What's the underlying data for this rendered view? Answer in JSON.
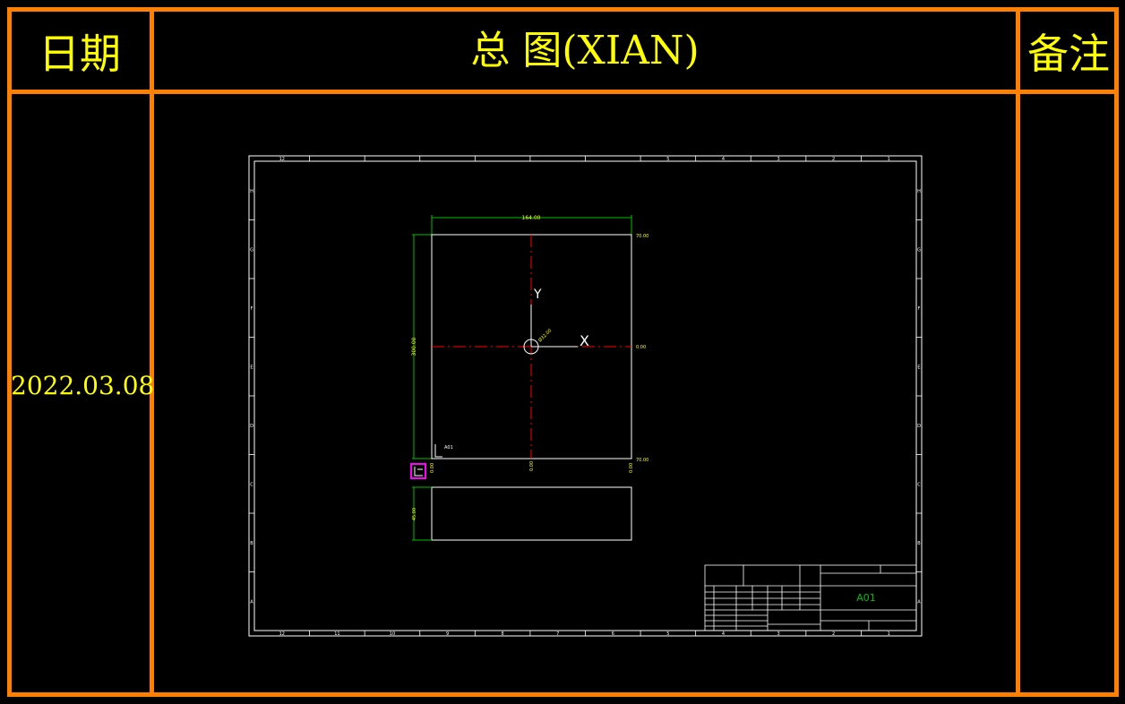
{
  "header": {
    "date_col": "日期",
    "title": "总 图(XIAN)",
    "remarks_col": "备注"
  },
  "row": {
    "date": "2022.03.08"
  },
  "drawing": {
    "dim_width": "164.00",
    "dim_height": "300.00",
    "dim_lower_height": "45.00",
    "corner_top_right": "70.00",
    "mid_right": "0.00",
    "corner_bottom_right": "70.00",
    "bottom_left": "0.00",
    "bottom_mid": "0.00",
    "bottom_right": "0.00",
    "center_label": "Ø32.00",
    "axis_y": "Y",
    "axis_x": "X",
    "part_label": "A01",
    "title_block_code": "A01",
    "border_top_numbers": [
      "12",
      "5",
      "4",
      "3",
      "2",
      "1"
    ],
    "border_bottom_numbers": [
      "12",
      "11",
      "10",
      "9",
      "8",
      "7",
      "6",
      "5",
      "4",
      "3",
      "2",
      "1"
    ],
    "border_side_letters": [
      "H",
      "G",
      "F",
      "E",
      "D",
      "C",
      "B",
      "A"
    ]
  },
  "colors": {
    "frame": "#ff7f00",
    "text": "#ffff00",
    "cad_white": "#ffffff",
    "cad_green": "#00c000",
    "cad_red": "#ff0000",
    "cad_yellow": "#ffff00",
    "cad_magenta": "#ff00ff"
  }
}
